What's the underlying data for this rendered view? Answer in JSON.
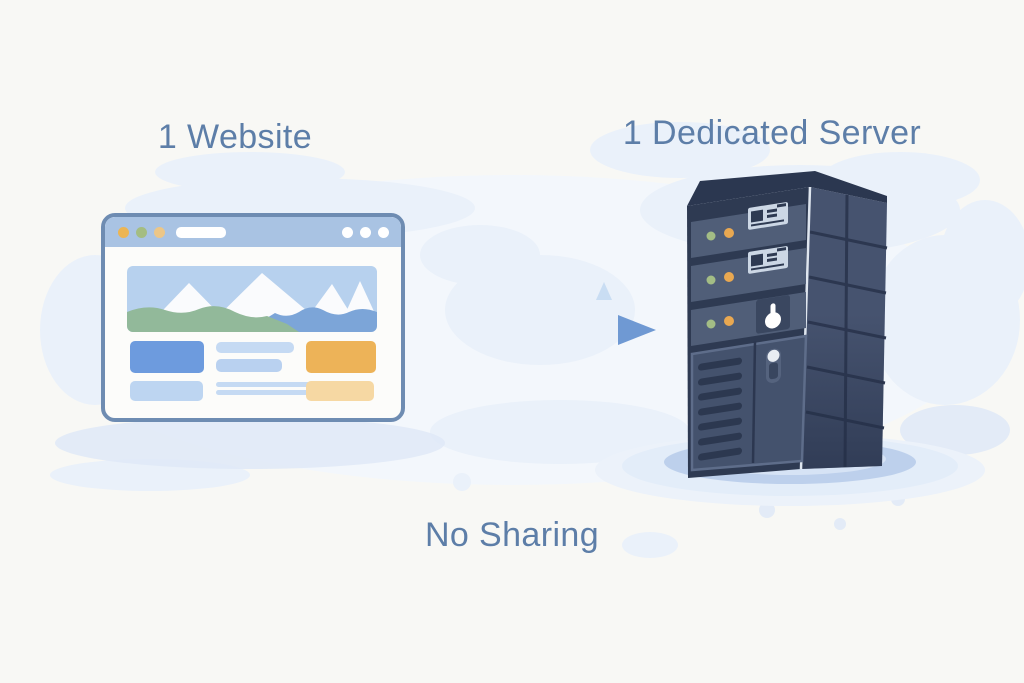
{
  "titles": {
    "left": "1 Website",
    "right": "1 Dedicated Server",
    "bottom": "No Sharing"
  },
  "browser": {
    "window_dots_left": [
      "amber",
      "green",
      "light-amber"
    ],
    "window_dots_right": [
      "white",
      "white",
      "white"
    ],
    "address_bar_value": "",
    "hero_image": "mountain-landscape",
    "content_blocks": [
      "blue-card",
      "text-bar",
      "text-bar",
      "orange-card",
      "light-blue-card",
      "text-line",
      "text-line",
      "peach-card"
    ]
  },
  "arrow": {
    "direction": "right",
    "from": "website",
    "to": "dedicated-server"
  },
  "server": {
    "bays": [
      {
        "leds": [
          "green",
          "amber"
        ],
        "panel": "drive-bay"
      },
      {
        "leds": [
          "green",
          "amber"
        ],
        "panel": "drive-bay"
      },
      {
        "leds": [
          "green",
          "amber"
        ],
        "panel": "power-button"
      }
    ],
    "vent_slats": 7,
    "door_handle": true
  },
  "colors": {
    "background": "#f8f8f5",
    "blob": "#dfe9f7",
    "blob_soft": "#eaf1fa",
    "label_text": "#5d7ea8",
    "arrow_head": "#6f99d3",
    "browser_border": "#6e8cb2",
    "browser_titlebar": "#a9c3e3",
    "browser_body": "#fcfcfa",
    "dot_amber": "#ecb553",
    "dot_green": "#a4bd82",
    "dot_amber_light": "#ecc687",
    "hero_sky": "#b7d1ee",
    "hero_white": "#fafbfd",
    "hero_green": "#92b99a",
    "hero_blue": "#7ca5d8",
    "block_blue": "#6d9bde",
    "block_bar": "#c5daf3",
    "block_bar2": "#b9d1f0",
    "block_lightblue": "#bdd5f1",
    "block_orange": "#edb358",
    "block_peach": "#f6d8a3",
    "server_top": "#2b3750",
    "server_front": "#505e78",
    "server_front_dark": "#2e3a52",
    "server_side": "#46536f",
    "server_gap": "#2c3750",
    "door_fill": "#44526d",
    "door_stroke": "#5e6d8a",
    "vent": "#2c3850",
    "led_green": "#a3bd85",
    "led_amber": "#e9a851",
    "panel_light": "#ccd7e5",
    "panel_dark_square": "#3a4760",
    "handle_white": "#e9edf3",
    "handle_slot": "#55637e",
    "handle_inner": "#39465f",
    "edge_highlight": "#dfe6ef",
    "shadow_outer": "#e3edf9",
    "shadow_mid": "#bdd0ec",
    "shadow_inner": "#d6e3f5"
  }
}
